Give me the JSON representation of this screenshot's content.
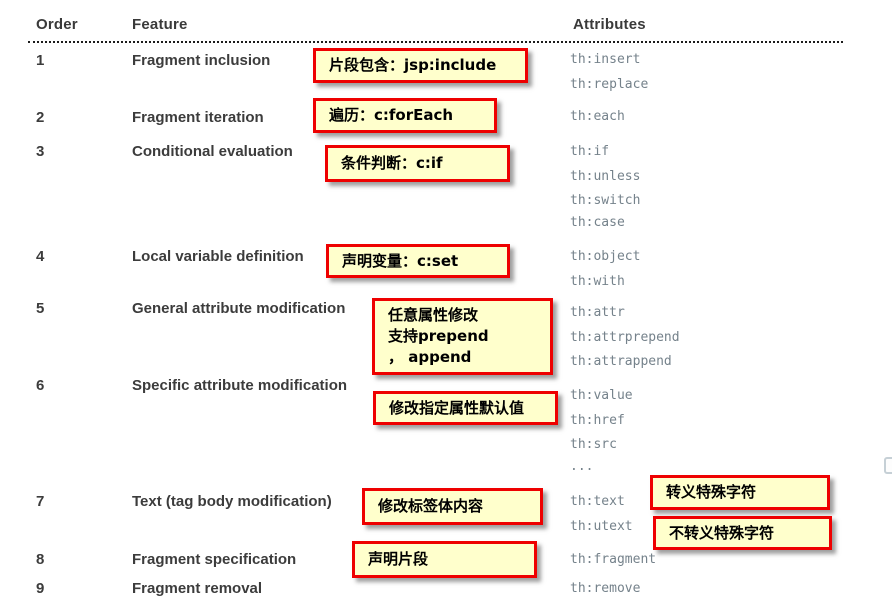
{
  "table": {
    "headers": {
      "order": "Order",
      "feature": "Feature",
      "attributes": "Attributes"
    },
    "rows": [
      {
        "order": "1",
        "feature": "Fragment inclusion",
        "attributes": [
          "th:insert",
          "th:replace"
        ]
      },
      {
        "order": "2",
        "feature": "Fragment iteration",
        "attributes": [
          "th:each"
        ]
      },
      {
        "order": "3",
        "feature": "Conditional evaluation",
        "attributes": [
          "th:if",
          "th:unless",
          "th:switch",
          "th:case"
        ]
      },
      {
        "order": "4",
        "feature": "Local variable definition",
        "attributes": [
          "th:object",
          "th:with"
        ]
      },
      {
        "order": "5",
        "feature": "General attribute modification",
        "attributes": [
          "th:attr",
          "th:attrprepend",
          "th:attrappend"
        ]
      },
      {
        "order": "6",
        "feature": "Specific attribute modification",
        "attributes": [
          "th:value",
          "th:href",
          "th:src",
          "..."
        ]
      },
      {
        "order": "7",
        "feature": "Text (tag body modification)",
        "attributes": [
          "th:text",
          "th:utext"
        ]
      },
      {
        "order": "8",
        "feature": "Fragment specification",
        "attributes": [
          "th:fragment"
        ]
      },
      {
        "order": "9",
        "feature": "Fragment removal",
        "attributes": [
          "th:remove"
        ]
      }
    ]
  },
  "annotations": [
    {
      "id": "fragment-inclusion",
      "text": "片段包含：jsp:include"
    },
    {
      "id": "fragment-iteration",
      "text": "遍历：c:forEach"
    },
    {
      "id": "conditional-evaluation",
      "text": "条件判断：c:if"
    },
    {
      "id": "local-variable",
      "text": "声明变量：c:set"
    },
    {
      "id": "general-attribute",
      "text": "任意属性修改\n支持prepend\n， append"
    },
    {
      "id": "specific-attribute",
      "text": "修改指定属性默认值"
    },
    {
      "id": "text-body",
      "text": "修改标签体内容"
    },
    {
      "id": "escaped-text",
      "text": "转义特殊字符"
    },
    {
      "id": "unescaped-text",
      "text": "不转义特殊字符"
    },
    {
      "id": "fragment-spec",
      "text": "声明片段"
    }
  ],
  "colors": {
    "callout_background": "#ffffcc",
    "callout_border": "#ee0000",
    "attribute_text": "#75828b",
    "heading_text": "#3a3a3a"
  }
}
